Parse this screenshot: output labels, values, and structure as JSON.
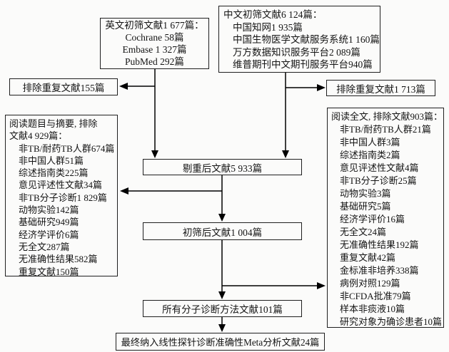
{
  "colors": {
    "background": "#fbfbfa",
    "border": "#1f1f1f",
    "line": "#000000",
    "text": "#141414"
  },
  "flow": {
    "english_pool": {
      "title": "英文初筛文献1 677篇：",
      "items": [
        "Cochrane 58篇",
        "Embase 1 327篇",
        "PubMed 292篇"
      ]
    },
    "chinese_pool": {
      "title": "中文初筛文献6 124篇：",
      "items": [
        "中国知网1 935篇",
        "中国生物医学文献服务系统1 160篇",
        "万方数据知识服务平台2 089篇",
        "维普期刊中文期刊服务平台940篇"
      ]
    },
    "duplicates_removed_english": "排除重复文献155篇",
    "duplicates_removed_chinese": "排除重复文献1 713篇",
    "after_deduplication": "剔重后文献5 933篇",
    "title_abstract_screen": {
      "title_line1": "阅读题目与摘要, 排除",
      "title_line2": "文献4 929篇：",
      "items": [
        "非TB/耐药TB人群674篇",
        "非中国人群51篇",
        "综述指南类225篇",
        "意见评述性文献34篇",
        "非TB分子诊断1 829篇",
        "动物实验142篇",
        "基础研究949篇",
        "经济学评价6篇",
        "无全文287篇",
        "无准确性结果582篇",
        "重复文献150篇"
      ]
    },
    "after_initial_screen": "初筛后文献1 004篇",
    "fulltext_screen": {
      "title": "阅读全文, 排除文献903篇：",
      "items": [
        "非TB/耐药TB人群21篇",
        "非中国人群3篇",
        "综述指南类2篇",
        "意见评述性文献4篇",
        "非TB分子诊断25篇",
        "动物实验3篇",
        "基础研究5篇",
        "经济学评价16篇",
        "无全文24篇",
        "无准确性结果192篇",
        "重复文献42篇",
        "金标准非培养338篇",
        "病例对照129篇",
        "非CFDA批准79篇",
        "样本非痰液10篇",
        "研究对象为确诊患者10篇"
      ]
    },
    "molecular_methods": "所有分子诊断方法文献101篇",
    "final_included": "最终纳入线性探针诊断准确性Meta分析文献24篇"
  }
}
